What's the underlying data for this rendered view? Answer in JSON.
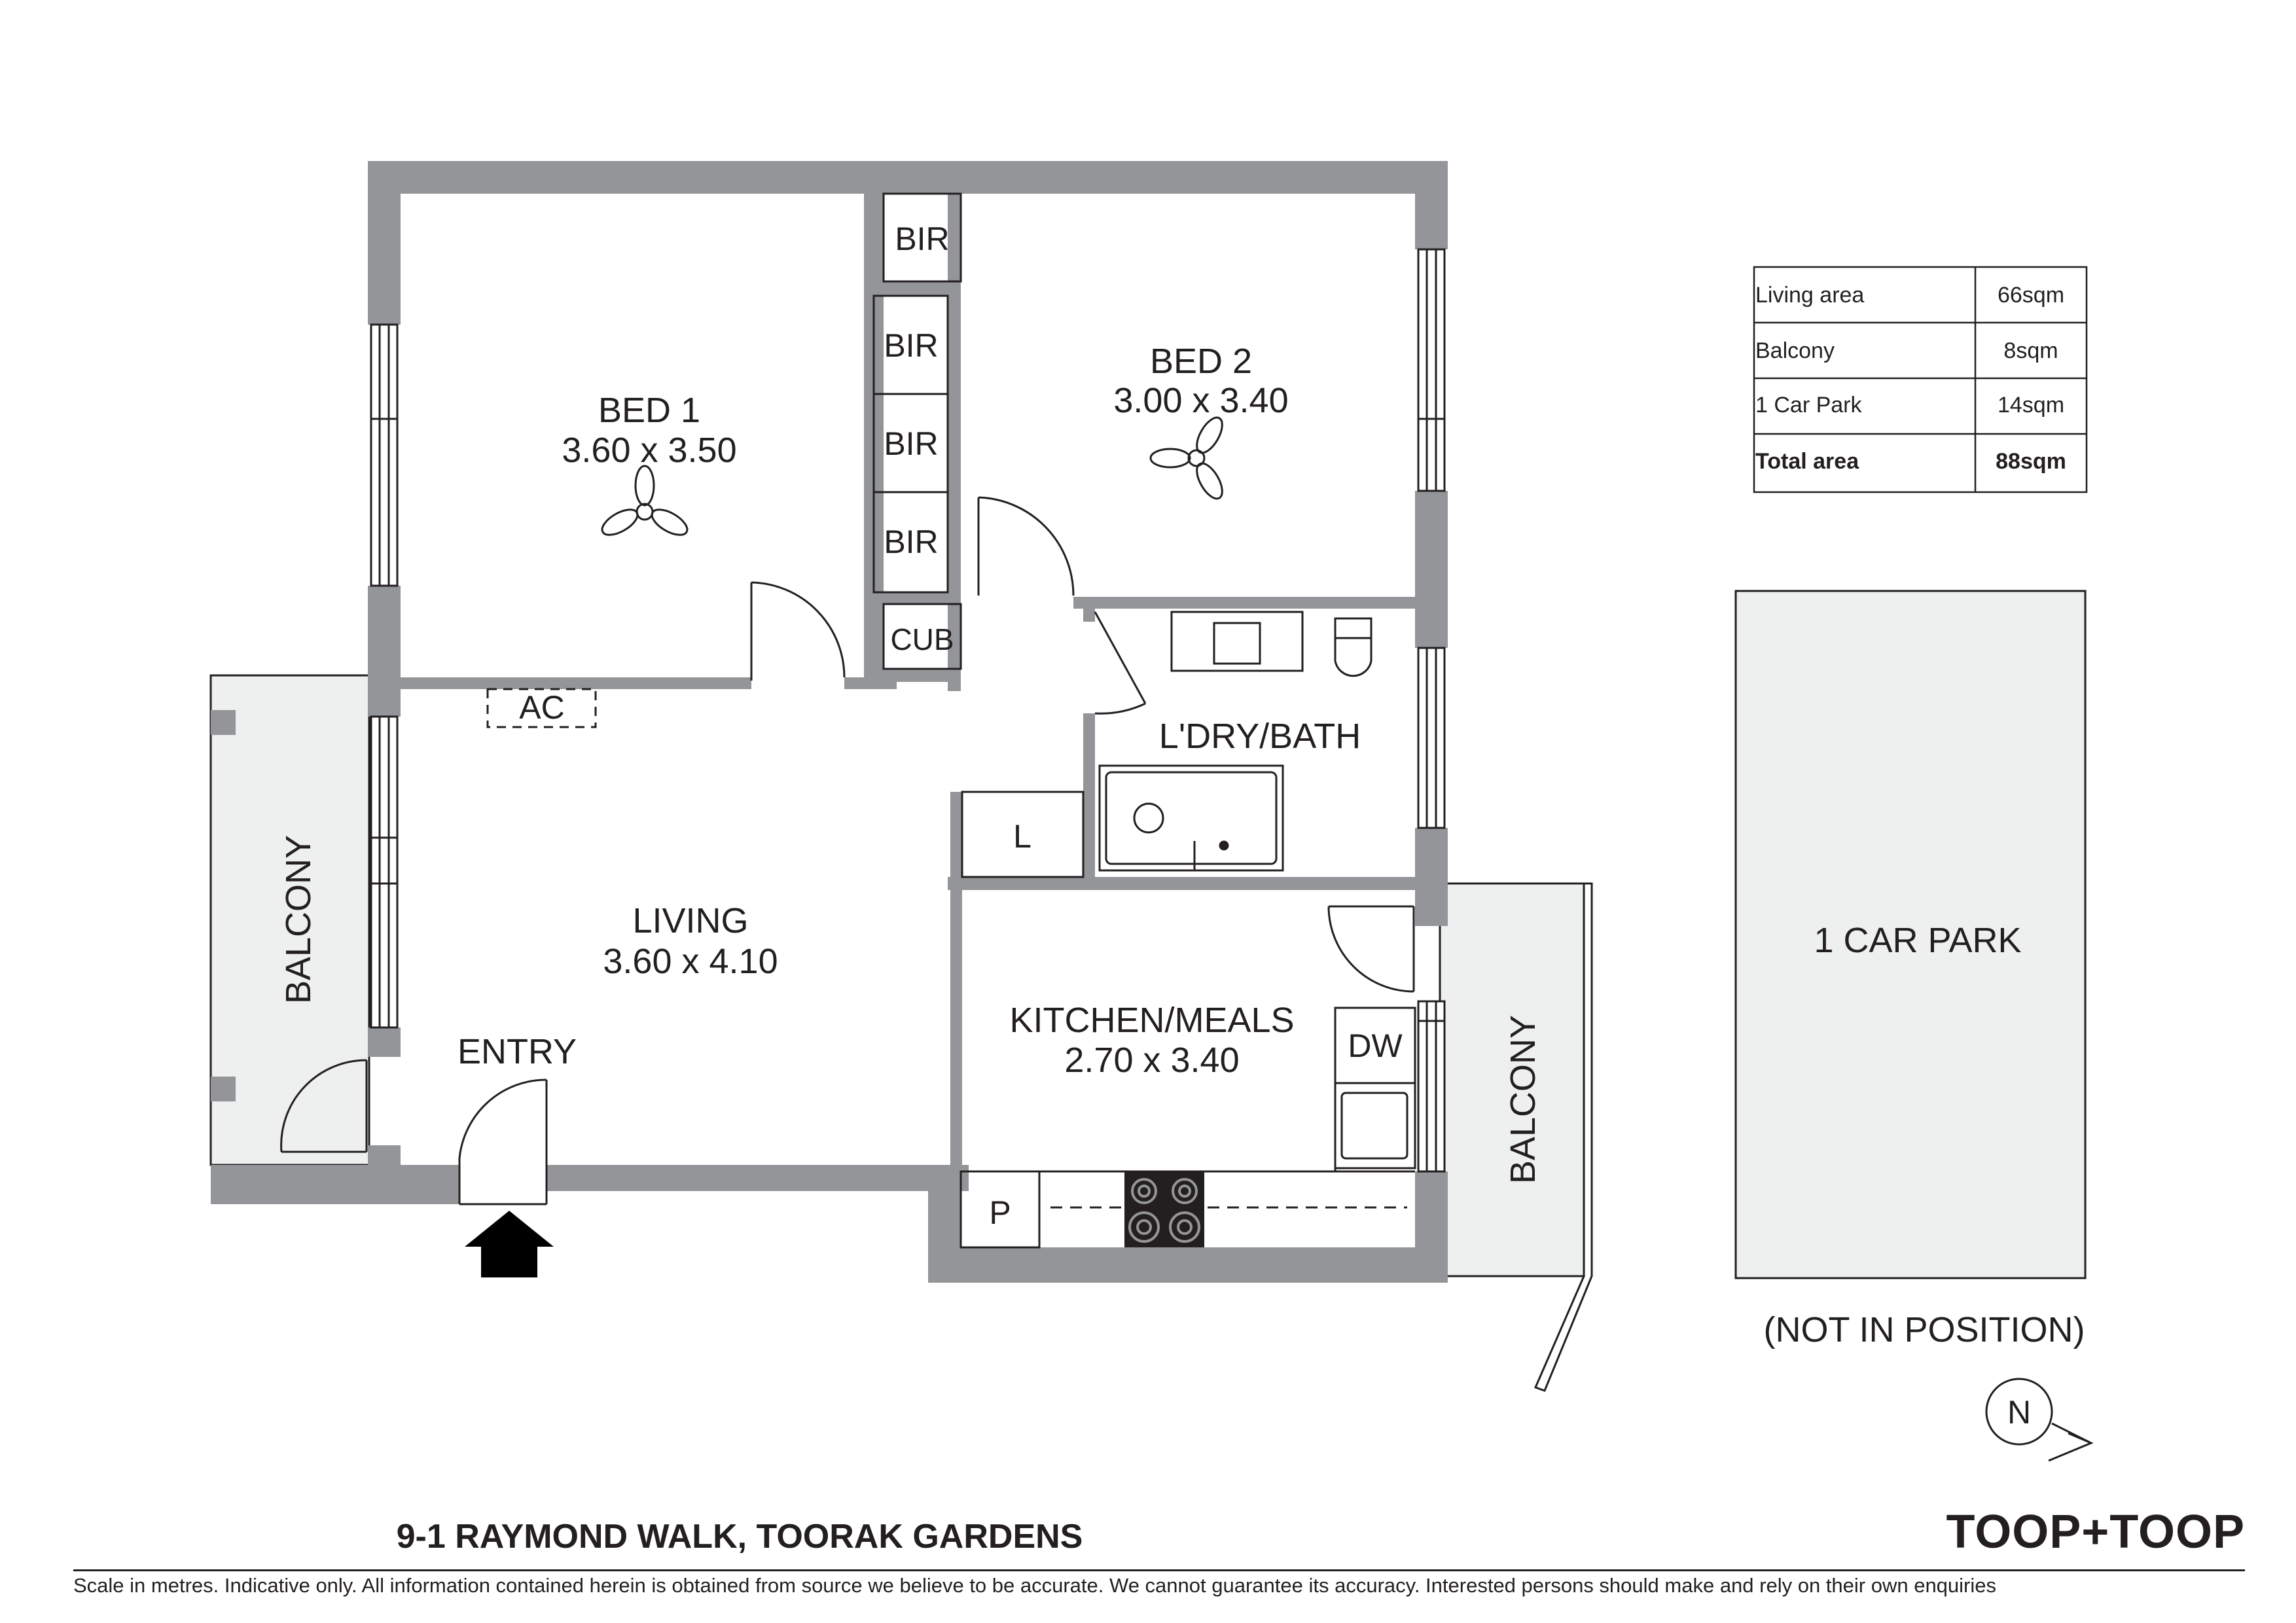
{
  "rooms": {
    "bed1": {
      "name": "BED 1",
      "size": "3.60 x 3.50"
    },
    "bed2": {
      "name": "BED 2",
      "size": "3.00 x 3.40"
    },
    "living": {
      "name": "LIVING",
      "size": "3.60 x 4.10"
    },
    "kitchen": {
      "name": "KITCHEN/MEALS",
      "size": "2.70 x 3.40"
    },
    "laundry_bath": "L'DRY/BATH",
    "entry": "ENTRY",
    "balcony_west": "BALCONY",
    "balcony_east": "BALCONY",
    "car_park": "1 CAR PARK",
    "car_park_note": "(NOT IN POSITION)"
  },
  "fixtures": {
    "bir": "BIR",
    "cub": "CUB",
    "ac": "AC",
    "linen": "L",
    "dishwasher": "DW",
    "pantry": "P"
  },
  "area_table": [
    {
      "label": "Living area",
      "value": "66sqm"
    },
    {
      "label": "Balcony",
      "value": "8sqm"
    },
    {
      "label": "1 Car Park",
      "value": "14sqm"
    },
    {
      "label": "Total area",
      "value": "88sqm"
    }
  ],
  "compass": "N",
  "address": "9-1 RAYMOND WALK, TOORAK GARDENS",
  "brand": "TOOP+TOOP",
  "disclaimer": "Scale in metres. Indicative only. All information contained herein is obtained from source we believe to be accurate. We cannot guarantee its accuracy. Interested persons should make and rely on their own enquiries",
  "colors": {
    "wall": "#939598",
    "balcony_fill": "#eeefef",
    "line": "#231f20"
  }
}
